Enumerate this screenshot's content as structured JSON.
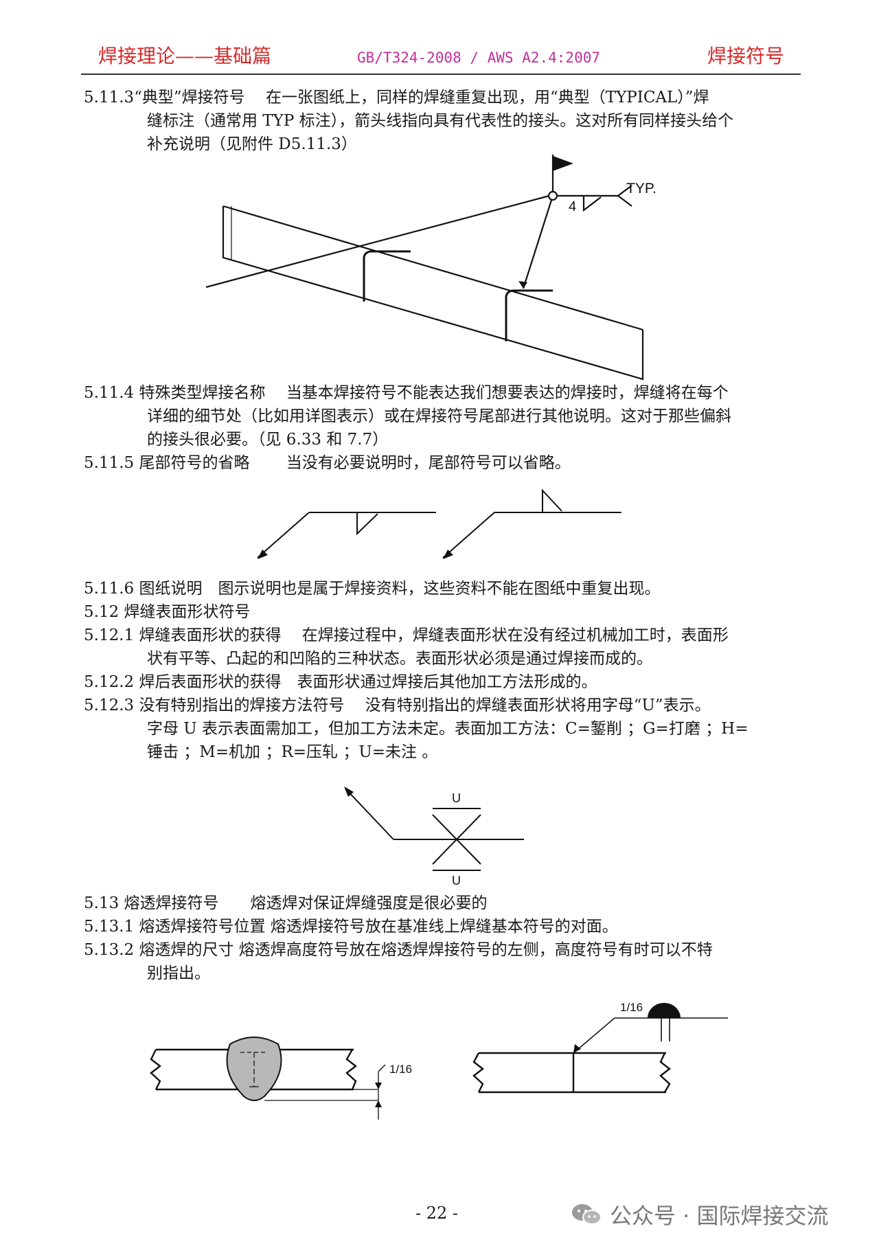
{
  "header": {
    "left": "焊接理论——基础篇",
    "middle": "GB/T324-2008 / AWS A2.4:2007",
    "right": "焊接符号"
  },
  "sections": {
    "s5_11_3": {
      "line1": "5.11.3“典型”焊接符号　 在一张图纸上，同样的焊缝重复出现，用“典型（TYPICAL）”焊",
      "line2": "缝标注（通常用 TYP 标注），箭头线指向具有代表性的接头。这对所有同样接头给个",
      "line3": "补充说明（见附件 D5.11.3）"
    },
    "s5_11_4": {
      "line1": "5.11.4 特殊类型焊接名称　 当基本焊接符号不能表达我们想要表达的焊接时，焊缝将在每个",
      "line2": "详细的细节处（比如用详图表示）或在焊接符号尾部进行其他说明。这对于那些偏斜",
      "line3": "的接头很必要。（见 6.33 和 7.7）"
    },
    "s5_11_5": "5.11.5 尾部符号的省略　　 当没有必要说明时，尾部符号可以省略。",
    "s5_11_6": "5.11.6 图纸说明　图示说明也是属于焊接资料，这些资料不能在图纸中重复出现。",
    "s5_12": "5.12 焊缝表面形状符号",
    "s5_12_1": {
      "line1": "5.12.1 焊缝表面形状的获得　 在焊接过程中，焊缝表面形状在没有经过机械加工时，表面形",
      "line2": "状有平等、凸起的和凹陷的三种状态。表面形状必须是通过焊接而成的。"
    },
    "s5_12_2": "5.12.2 焊后表面形状的获得　表面形状通过焊接后其他加工方法形成的。",
    "s5_12_3": {
      "line1": "5.12.3 没有特别指出的焊接方法符号　 没有特别指出的焊缝表面形状将用字母“U”表示。",
      "line2": "字母 U 表示表面需加工，但加工方法未定。表面加工方法：C=錾削 ；G=打磨 ；H=",
      "line3": "锤击 ；M=机加 ；R=压轧 ；U=未注 。"
    },
    "s5_13": "5.13 熔透焊接符号　　熔透焊对保证焊缝强度是很必要的",
    "s5_13_1": "5.13.1 熔透焊接符号位置 熔透焊接符号放在基准线上焊缝基本符号的对面。",
    "s5_13_2": {
      "line1": "5.13.2 熔透焊的尺寸 熔透焊高度符号放在熔透焊焊接符号的左侧，高度符号有时可以不特",
      "line2": "别指出。"
    }
  },
  "figures": {
    "typ": {
      "size": "4",
      "tail": "TYP."
    },
    "u_symbol": {
      "top": "U",
      "bottom": "U"
    },
    "melt": {
      "left_dim": "1/16",
      "right_dim": "1/16"
    }
  },
  "footer": {
    "page": "- 22 -",
    "watermark": "公众号 · 国际焊接交流"
  }
}
